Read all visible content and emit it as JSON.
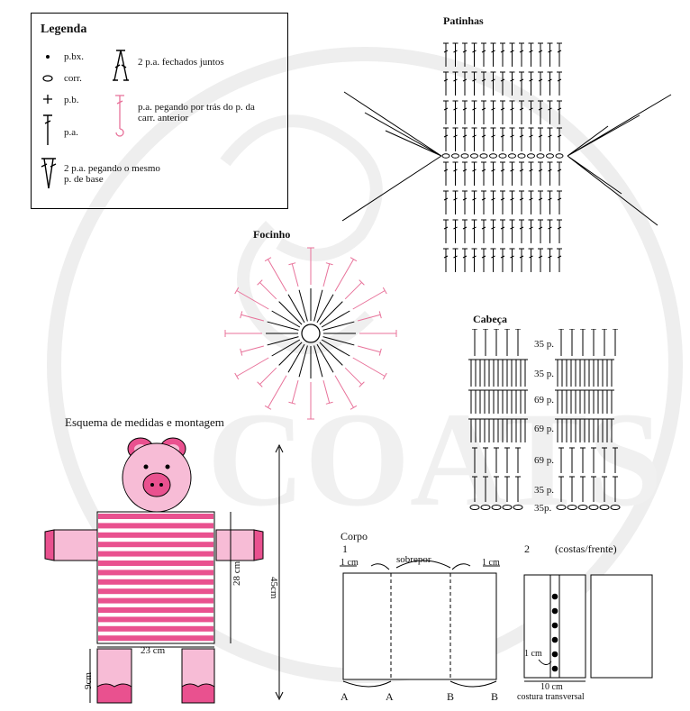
{
  "watermark": "COATS",
  "legend": {
    "title": "Legenda",
    "items": [
      {
        "label": "p.bx."
      },
      {
        "label": "corr."
      },
      {
        "label": "p.b."
      },
      {
        "label": "p.a."
      },
      {
        "label": "2 p.a. pegando o mesmo p. de base"
      },
      {
        "label": "2 p.a. fechados juntos"
      },
      {
        "label": "p.a. pegando por trás do p. da carr. anterior"
      }
    ]
  },
  "charts": {
    "patinhas": "Patinhas",
    "focinho": "Focinho",
    "cabeca": {
      "title": "Cabeça",
      "rows": [
        "35 p.",
        "35 p.",
        "69 p.",
        "69 p.",
        "69 p.",
        "35 p.",
        "35p."
      ]
    }
  },
  "assembly": {
    "title": "Esquema de medidas e montagem",
    "height": "45cm",
    "body_height": "28 cm",
    "body_width": "23 cm",
    "leg_height": "9cm"
  },
  "corpo": {
    "title": "Corpo",
    "fig1": "1",
    "fig2": "2",
    "fig2_caption": "(costas/frente)",
    "overlap": "sobrepor",
    "margin_left": "1 cm",
    "margin_right": "1 cm",
    "letters": [
      "A",
      "A",
      "B",
      "B"
    ],
    "seam_margin": "1 cm",
    "width": "10 cm",
    "seam": "costura transversal"
  },
  "colors": {
    "pink": "#e9518f",
    "light_pink": "#f7bcd6",
    "mid_pink": "#f48fb5",
    "stitch_pink": "#e8729a"
  }
}
